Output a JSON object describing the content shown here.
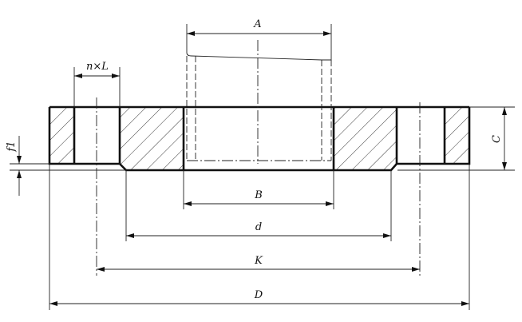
{
  "title": "Flange cross-section dimension drawing",
  "labels": {
    "A": "A",
    "nxL": "n×L",
    "B": "B",
    "d": "d",
    "K": "K",
    "D": "D",
    "C": "C",
    "f1": "f1"
  },
  "colors": {
    "line": "#111111",
    "background": "#ffffff"
  }
}
